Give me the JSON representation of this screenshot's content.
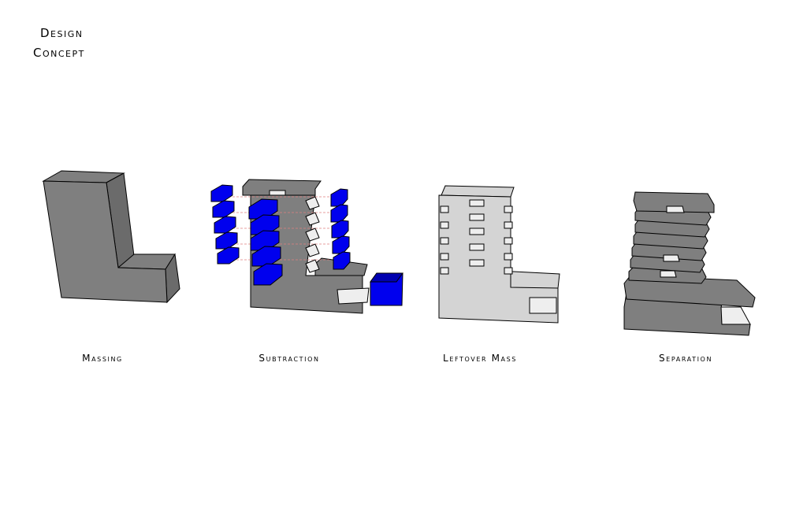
{
  "title": {
    "line1": "Design",
    "line2": "Concept"
  },
  "labels": {
    "massing": "Massing",
    "subtraction": "Subtraction",
    "leftover": "Leftover Mass",
    "separation": "Separation"
  },
  "colors": {
    "mass": "#7f7f7f",
    "subtracted": "#0000ee",
    "leftover": "#d4d4d4"
  }
}
